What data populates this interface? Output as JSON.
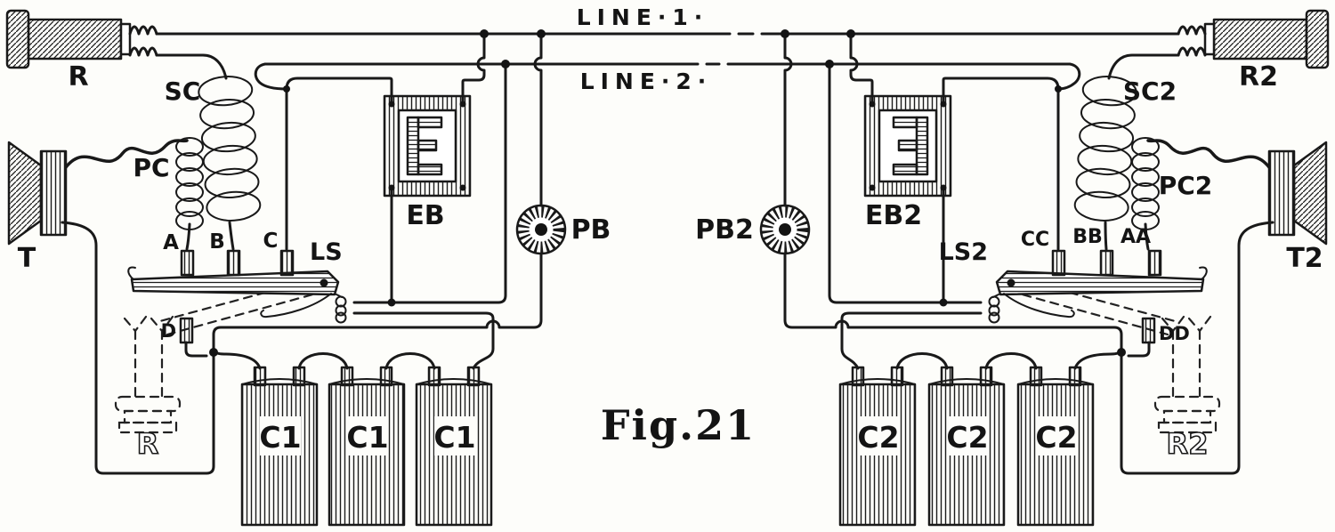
{
  "figure": {
    "title": "Fig.21"
  },
  "lines": {
    "line1": "LINE·1·",
    "line2": "LINE·2·"
  },
  "left": {
    "receiver": "R",
    "secondary_coil": "SC",
    "primary_coil": "PC",
    "transmitter": "T",
    "electromagnet": "EB",
    "push_button": "PB",
    "contact_a": "A",
    "contact_b": "B",
    "contact_c": "C",
    "lever_switch": "LS",
    "contact_d": "D",
    "hook_receiver": "R",
    "cells": [
      "C1",
      "C1",
      "C1"
    ]
  },
  "right": {
    "receiver": "R2",
    "secondary_coil": "SC2",
    "primary_coil": "PC2",
    "transmitter": "T2",
    "electromagnet": "EB2",
    "push_button": "PB2",
    "contact_cc": "CC",
    "contact_bb": "BB",
    "contact_aa": "AA",
    "lever_switch": "LS2",
    "contact_dd": "DD",
    "hook_receiver": "R2",
    "cells": [
      "C2",
      "C2",
      "C2"
    ]
  }
}
